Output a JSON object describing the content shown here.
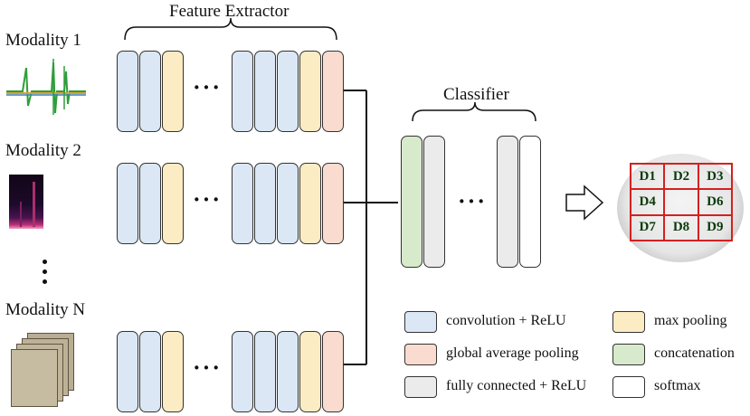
{
  "titles": {
    "feature_extractor": "Feature Extractor",
    "classifier": "Classifier"
  },
  "modalities": [
    "Modality 1",
    "Modality 2",
    "Modality N"
  ],
  "grid_labels": [
    "D1",
    "D2",
    "D3",
    "D4",
    "",
    "D6",
    "D7",
    "D8",
    "D9"
  ],
  "legend": {
    "conv": "convolution + ReLU",
    "pool": "max pooling",
    "gap": "global average pooling",
    "cat": "concatenation",
    "fc": "fully connected + ReLU",
    "soft": "softmax"
  },
  "colors": {
    "conv": "#dbe7f5",
    "pool": "#fbecc4",
    "gap": "#f9dccf",
    "fc": "#ebebeb",
    "cat": "#d7eacb",
    "soft": "#ffffff",
    "grid_red": "#d42020",
    "grid_text": "#0a3a0a"
  },
  "ellipsis": "···"
}
